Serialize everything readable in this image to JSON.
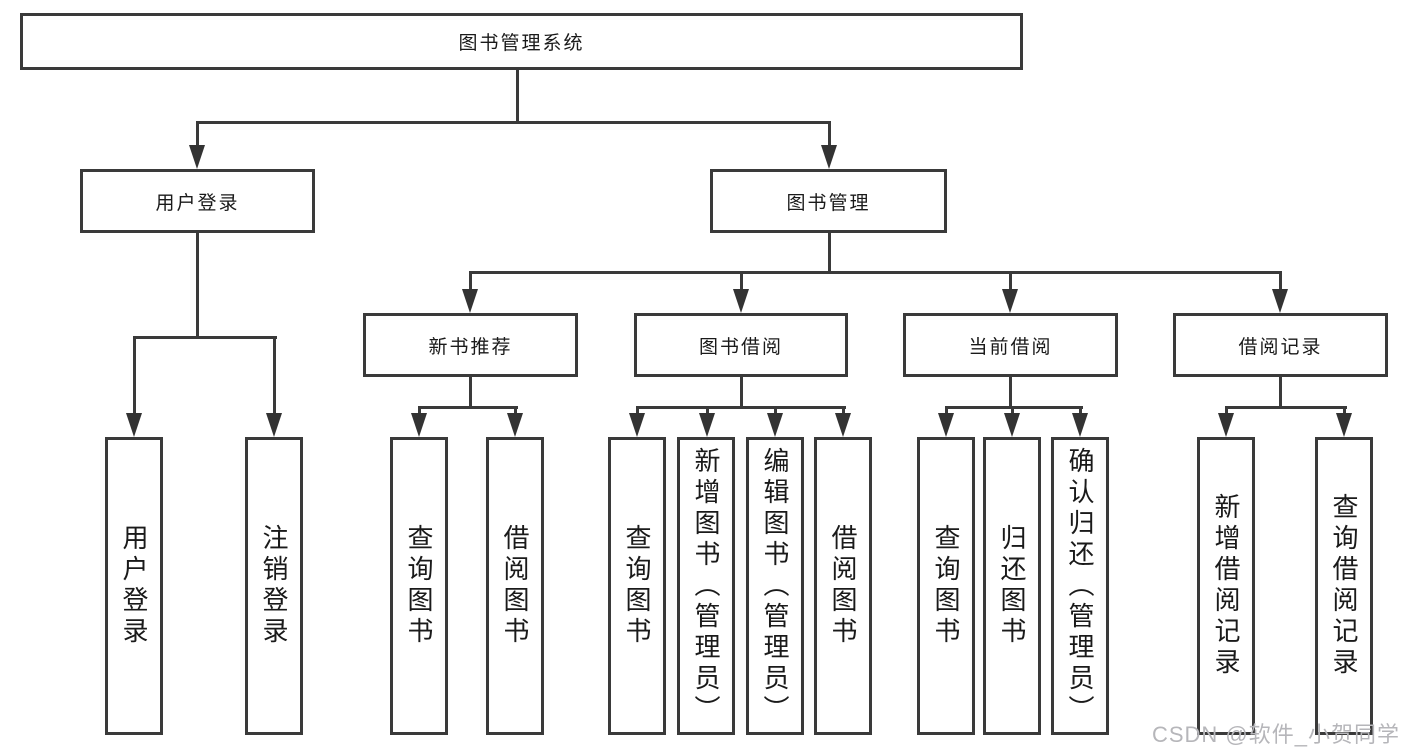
{
  "diagram_title": "图书管理系统",
  "nodes": {
    "root": "图书管理系统",
    "level2": [
      "用户登录",
      "图书管理"
    ],
    "level3": [
      "新书推荐",
      "图书借阅",
      "当前借阅",
      "借阅记录"
    ],
    "leaves": {
      "user_login": [
        "用户登录",
        "注销登录"
      ],
      "new_book_recommend": [
        "查询图书",
        "借阅图书"
      ],
      "book_borrow": [
        "查询图书",
        "新增图书（管理员）",
        "编辑图书（管理员）",
        "借阅图书"
      ],
      "current_borrow": [
        "查询图书",
        "归还图书",
        "确认归还（管理员）"
      ],
      "borrow_records": [
        "新增借阅记录",
        "查询借阅记录"
      ]
    }
  },
  "watermark": "CSDN @软件_小贺同学",
  "colors": {
    "line": "#3a3a3a",
    "box_border": "#3a3a3a",
    "text": "#1a1a1a",
    "watermark": "#b6b6ba",
    "background": "#ffffff"
  }
}
